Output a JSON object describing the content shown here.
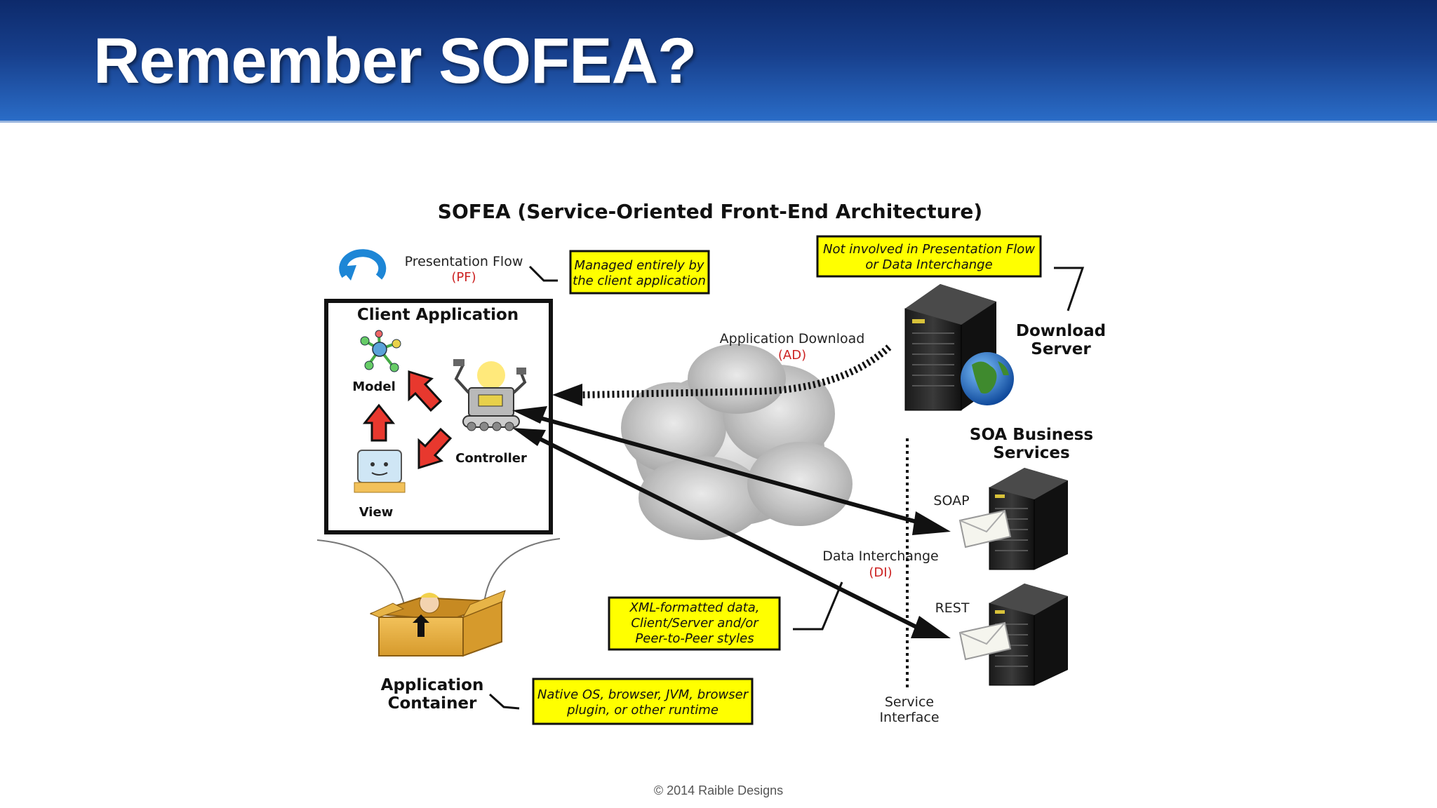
{
  "slide": {
    "title": "Remember SOFEA?",
    "footer": "© 2014 Raible Designs"
  },
  "diagram": {
    "title": "SOFEA (Service-Oriented Front-End Architecture)",
    "presentation_flow": {
      "label": "Presentation Flow",
      "abbr": "(PF)"
    },
    "note_managed": {
      "line1": "Managed entirely by",
      "line2": "the client application"
    },
    "note_not_involved": {
      "line1": "Not involved in Presentation Flow",
      "line2": "or Data Interchange"
    },
    "client_app": {
      "title": "Client Application",
      "model": "Model",
      "view": "View",
      "controller": "Controller"
    },
    "app_download": {
      "label": "Application Download",
      "abbr": "(AD)"
    },
    "download_server": {
      "line1": "Download",
      "line2": "Server"
    },
    "soa_services": {
      "line1": "SOA Business",
      "line2": "Services"
    },
    "soap": "SOAP",
    "rest": "REST",
    "data_interchange": {
      "label": "Data Interchange",
      "abbr": "(DI)"
    },
    "note_xml": {
      "line1": "XML-formatted data,",
      "line2": "Client/Server and/or",
      "line3": "Peer-to-Peer styles"
    },
    "app_container": {
      "line1": "Application",
      "line2": "Container"
    },
    "note_native": {
      "line1": "Native OS, browser, JVM, browser",
      "line2": "plugin, or other runtime"
    },
    "service_interface": {
      "line1": "Service",
      "line2": "Interface"
    },
    "colors": {
      "note_fill": "#ffff00",
      "abbr_red": "#cc2222",
      "arrow_red": "#e8382e",
      "header_blue": "#1a4aa0"
    }
  }
}
